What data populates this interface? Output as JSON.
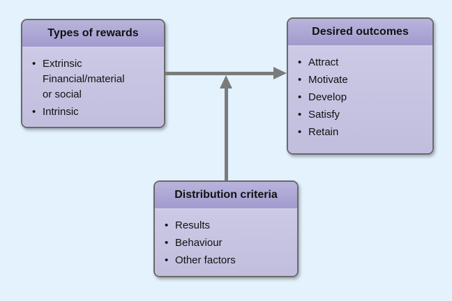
{
  "bullet_char": "•",
  "colors": {
    "background": "#e3f2fc",
    "box-border": "#696969",
    "header-top": "#b9b4dc",
    "header-bottom": "#a19bce",
    "body-top": "#ccc9e6",
    "body-bottom": "#c1bddd",
    "divider": "#d2cfe9",
    "arrow": "#7b7b7b",
    "text": "#111111"
  },
  "boxes": [
    {
      "title": "Types of rewards",
      "items": [
        "Extrinsic\nFinancial/material\nor social",
        "Intrinsic"
      ]
    },
    {
      "title": "Desired outcomes",
      "items": [
        "Attract",
        "Motivate",
        "Develop",
        "Satisfy",
        "Retain"
      ]
    },
    {
      "title": "Distribution criteria",
      "items": [
        "Results",
        "Behaviour",
        "Other factors"
      ]
    }
  ],
  "arrows": [
    {
      "name": "types-to-outcomes",
      "direction": "right"
    },
    {
      "name": "distribution-to-link",
      "direction": "up"
    }
  ]
}
